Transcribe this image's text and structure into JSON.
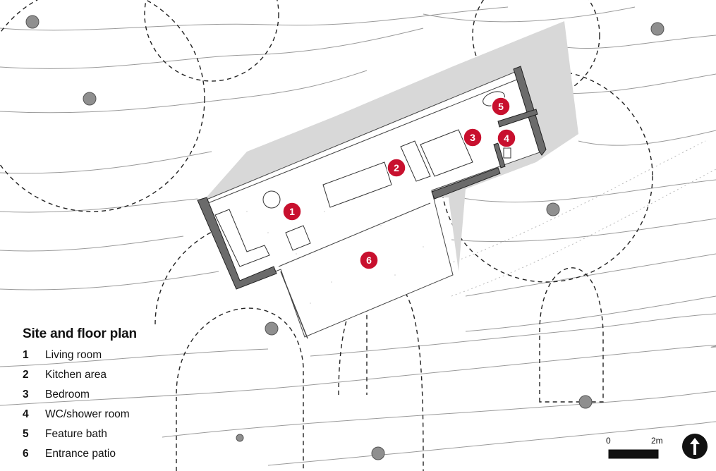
{
  "legend": {
    "title": "Site and floor plan",
    "items": [
      {
        "num": "1",
        "label": "Living room"
      },
      {
        "num": "2",
        "label": "Kitchen area"
      },
      {
        "num": "3",
        "label": "Bedroom"
      },
      {
        "num": "4",
        "label": "WC/shower room"
      },
      {
        "num": "5",
        "label": "Feature bath"
      },
      {
        "num": "6",
        "label": "Entrance patio"
      }
    ]
  },
  "callouts": [
    "1",
    "2",
    "3",
    "4",
    "5",
    "6"
  ],
  "scale_bar": {
    "start_label": "0",
    "end_label": "2m"
  },
  "north_arrow": "north-arrow-icon",
  "colors": {
    "callout": "#c8102e",
    "shadow": "#d8d8d8",
    "wall": "#6b6b6b",
    "contour": "#9a9a9a",
    "tree": "#8f8f8f"
  }
}
